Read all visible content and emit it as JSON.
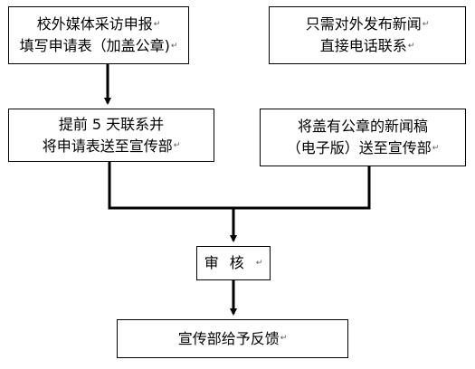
{
  "flowchart": {
    "media_box": {
      "lines": [
        "校外媒体采访申报",
        "填写申请表（加盖公章)"
      ]
    },
    "news_box": {
      "lines": [
        "只需对外发布新闻",
        "直接电话联系"
      ]
    },
    "contact_box": {
      "lines": [
        "提前 5 天联系并",
        "将申请表送至宣传部"
      ]
    },
    "release_box": {
      "lines": [
        "将盖有公章的新闻稿",
        "（电子版）送至宣传部"
      ]
    },
    "review_box": {
      "lines": [
        "审核"
      ]
    },
    "feedback_box": {
      "lines": [
        "宣传部给予反馈"
      ]
    },
    "paragraph_mark": "↵"
  }
}
